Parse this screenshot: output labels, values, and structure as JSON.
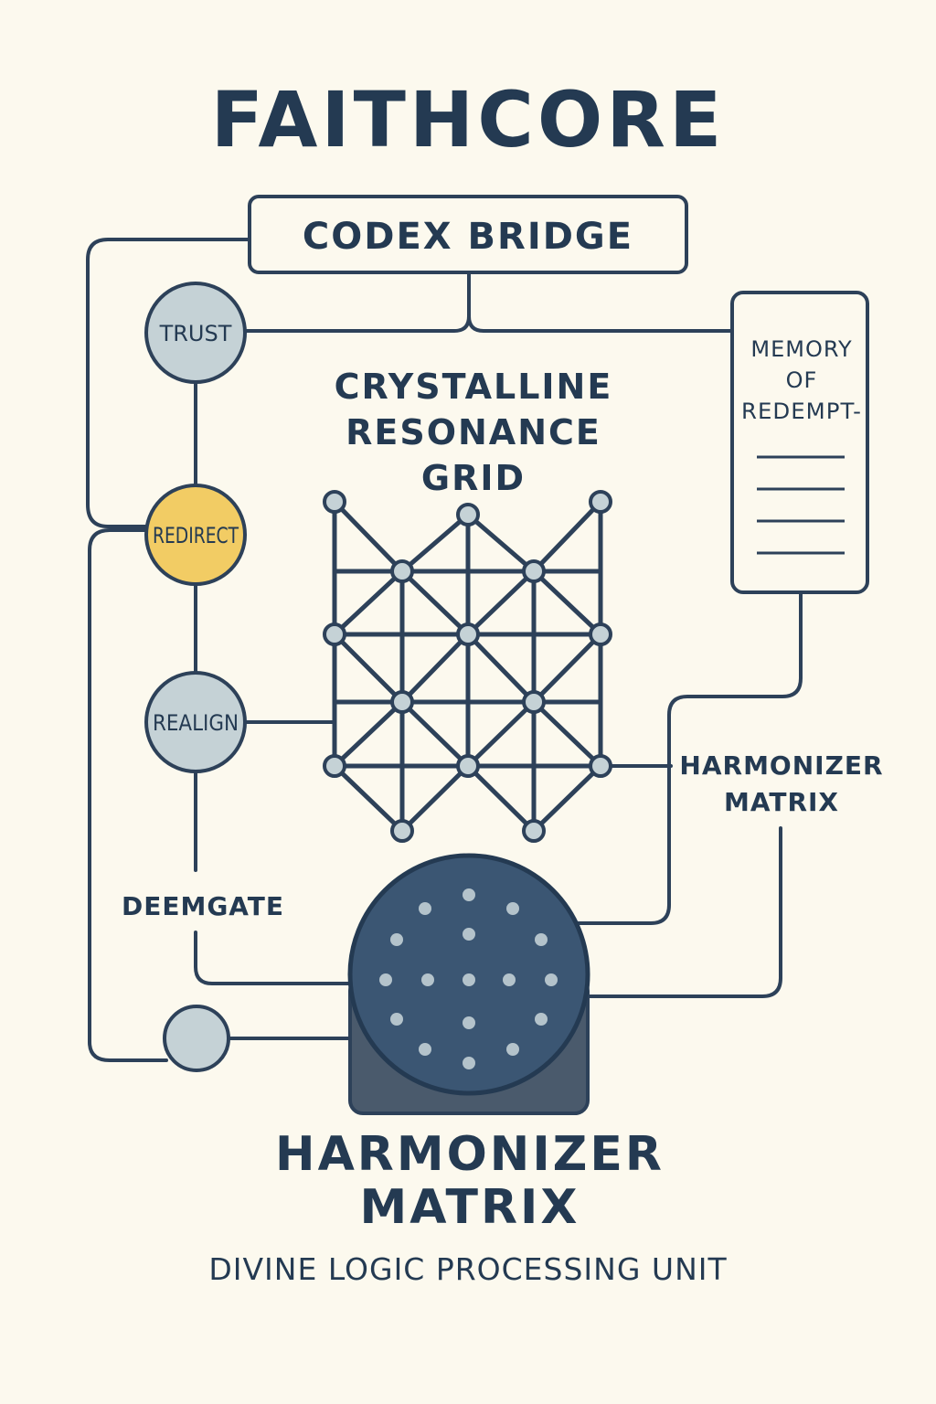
{
  "title": "FAITHCORE",
  "codex_bridge": {
    "label": "CODEX BRIDGE"
  },
  "nodes": {
    "trust": "TRUST",
    "redirect": "REDIRECT",
    "realign": "REALIGN"
  },
  "deemgate": "DEEMGATE",
  "grid": {
    "title_lines": [
      "CRYSTALLINE",
      "RESONANCE",
      "GRID"
    ]
  },
  "memory": {
    "lines": [
      "MEMORY",
      "OF",
      "REDEMPT-"
    ]
  },
  "side_label": {
    "lines": [
      "HARMONIZER",
      "MATRIX"
    ]
  },
  "core": {
    "title_lines": [
      "HARMONIZER",
      "MATRIX"
    ],
    "subtitle": "DIVINE LOGIC PROCESSING UNIT"
  },
  "colors": {
    "ink": "#243a52",
    "background": "#fcf9ee",
    "node_fill": "#c5d2d6",
    "redirect_fill": "#f2cc64",
    "core_fill": "#3b5673",
    "core_base": "#4a5a6c",
    "dot_fill": "#b4c3cb"
  }
}
